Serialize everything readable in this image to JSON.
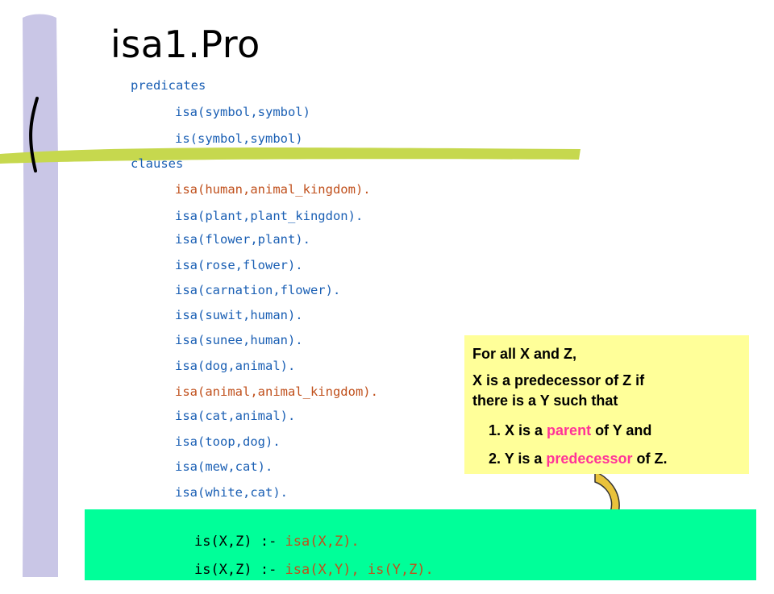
{
  "slide": {
    "title": "isa1.Pro",
    "predicates_kw": "predicates",
    "predicates": [
      "isa(symbol,symbol)",
      "is(symbol,symbol)"
    ],
    "clauses_kw": "clauses",
    "facts": [
      {
        "text": "isa(human,animal_kingdom).",
        "tone": "orange"
      },
      {
        "text": "isa(plant,plant_kingdon).",
        "tone": "blue"
      },
      {
        "text": "isa(flower,plant).",
        "tone": "blue"
      },
      {
        "text": "isa(rose,flower).",
        "tone": "blue"
      },
      {
        "text": "isa(carnation,flower).",
        "tone": "blue"
      },
      {
        "text": "isa(suwit,human).",
        "tone": "blue"
      },
      {
        "text": "isa(sunee,human).",
        "tone": "blue"
      },
      {
        "text": "isa(dog,animal).",
        "tone": "blue"
      },
      {
        "text": "isa(animal,animal_kingdom).",
        "tone": "orange"
      },
      {
        "text": "isa(cat,animal).",
        "tone": "blue"
      },
      {
        "text": "isa(toop,dog).",
        "tone": "blue"
      },
      {
        "text": "isa(mew,cat).",
        "tone": "blue"
      },
      {
        "text": "isa(white,cat).",
        "tone": "blue"
      }
    ],
    "rules": [
      {
        "head": "is(X,Z) :- ",
        "body": "isa(X,Z)."
      },
      {
        "head": "is(X,Z) :- ",
        "body": "isa(X,Y), is(Y,Z)."
      }
    ],
    "note": {
      "line1": "For all X and Z,",
      "line2": "X is a predecessor of Z if",
      "line3": "there is a Y such that",
      "item1_prefix": "1.  X is a ",
      "item1_highlight": "parent",
      "item1_suffix": " of Y and",
      "item2_prefix": "2.  Y is a ",
      "item2_highlight": "predecessor",
      "item2_suffix": " of Z."
    },
    "colors": {
      "keyword": "#1a5fb4",
      "fact_blue": "#1a5fb4",
      "fact_orange": "#c0501c",
      "rule_panel": "#00ff99",
      "note_bg": "#ffff99",
      "highlight": "#ff3399",
      "accent_bar": "#c8c8e8",
      "accent_line": "#c8d850"
    }
  }
}
